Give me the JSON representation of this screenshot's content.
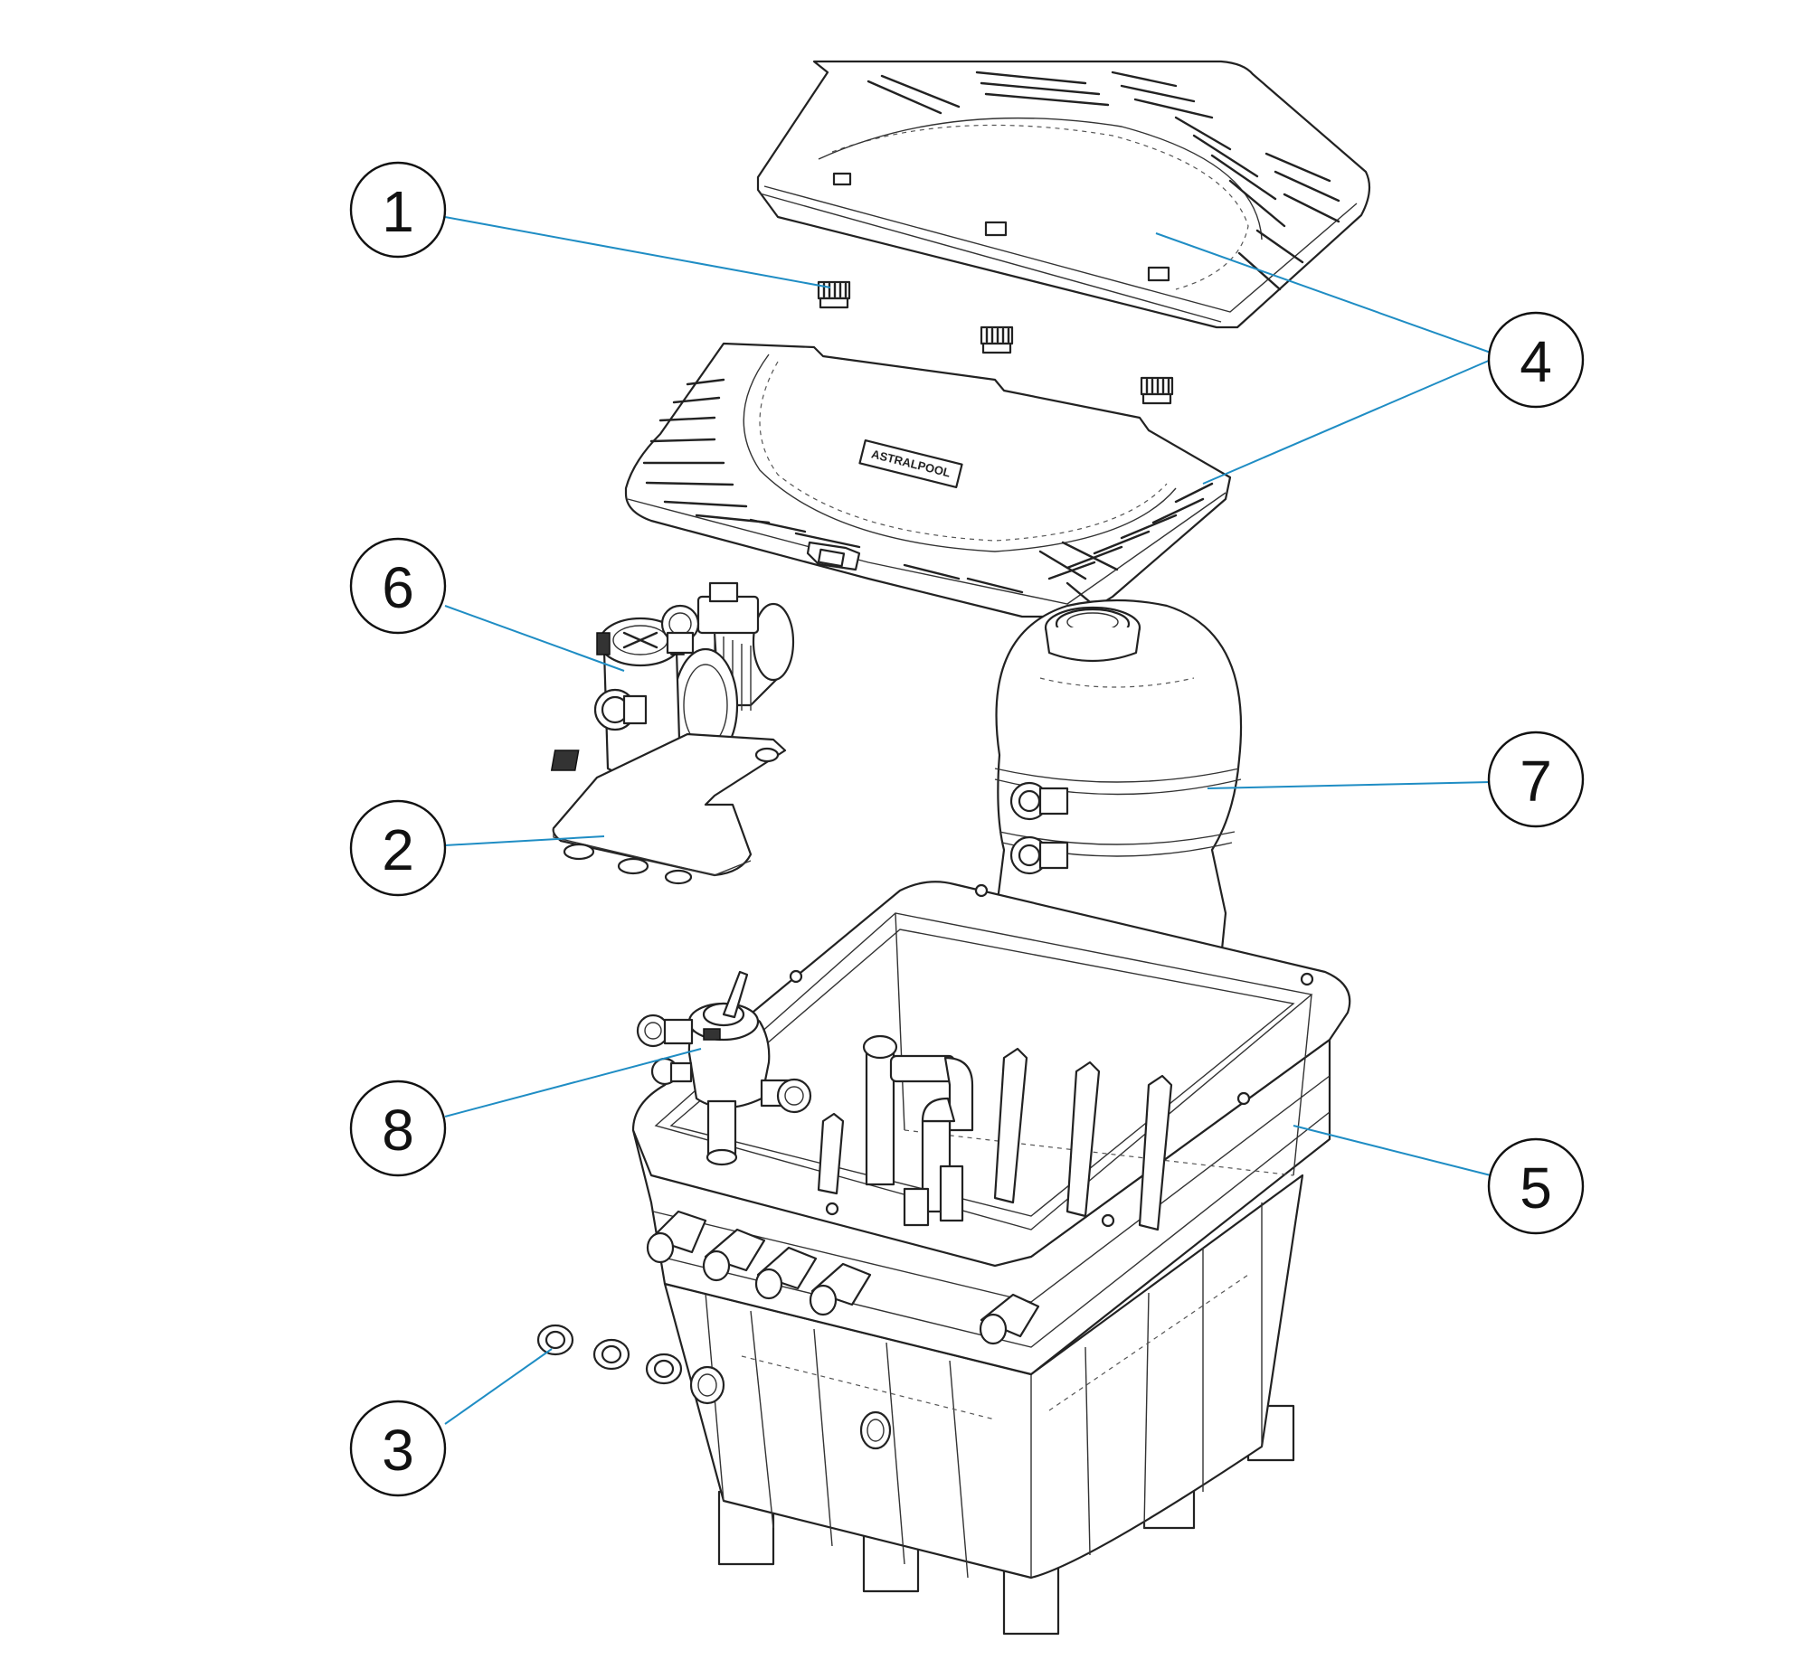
{
  "callouts": [
    {
      "id": "1",
      "label": "1",
      "part": "lid-clip"
    },
    {
      "id": "2",
      "label": "2",
      "part": "pump-base"
    },
    {
      "id": "3",
      "label": "3",
      "part": "seal-rings"
    },
    {
      "id": "4",
      "label": "4",
      "part": "lid-panels"
    },
    {
      "id": "5",
      "label": "5",
      "part": "filter-box"
    },
    {
      "id": "6",
      "label": "6",
      "part": "pump"
    },
    {
      "id": "7",
      "label": "7",
      "part": "sand-filter-tank"
    },
    {
      "id": "8",
      "label": "8",
      "part": "selector-valve"
    }
  ],
  "lid_nameplate": "ASTRALPOOL",
  "colors": {
    "leader": "#1f8dc4",
    "line": "#222222",
    "background": "#ffffff"
  }
}
